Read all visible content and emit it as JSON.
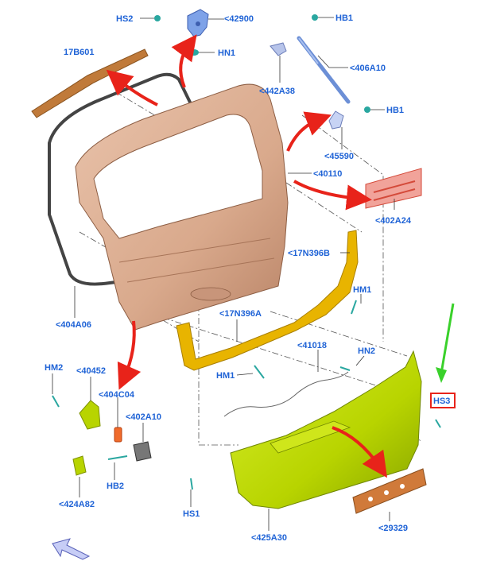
{
  "diagram": {
    "colors": {
      "label": "#1f63d6",
      "gate": "#d9a98c",
      "bumper": "#b8d400",
      "bracket": "#e8b400",
      "red_arrow": "#e8231a",
      "green_arrow": "#3ad12b",
      "highlight_box": "#e8231a",
      "fastener": "#2aa7a0"
    },
    "labels": {
      "hs2": "HS2",
      "p42900": "<42900",
      "hn1": "HN1",
      "hb1_top": "HB1",
      "p17b601": "17B601",
      "p406a10": "<406A10",
      "p442a38": "<442A38",
      "hb1_mid": "HB1",
      "p45590": "<45590",
      "p40110": "<40110",
      "p402a24": "<402A24",
      "p17n396b": "<17N396B",
      "hm1_right": "HM1",
      "p404a06": "<404A06",
      "p17n396a": "<17N396A",
      "p41018": "<41018",
      "hn2": "HN2",
      "hm2": "HM2",
      "p40452": "<40452",
      "hm1_left": "HM1",
      "p404c04": "<404C04",
      "hs3": "HS3",
      "p402a10": "<402A10",
      "hb2": "HB2",
      "p424a82": "<424A82",
      "hs1": "HS1",
      "p425a30": "<425A30",
      "p29329": "<29329"
    }
  }
}
